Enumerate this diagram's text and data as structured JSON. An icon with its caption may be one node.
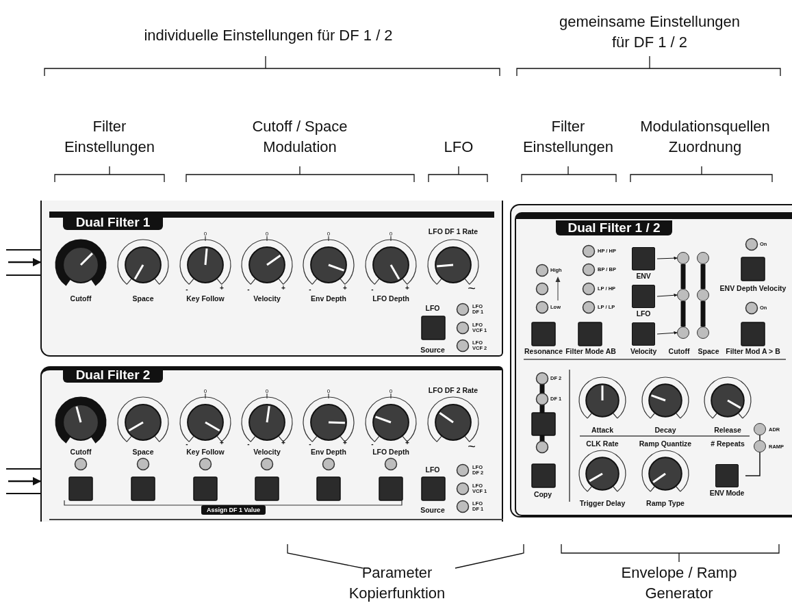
{
  "diagram": {
    "nodes": [
      {
        "text": [
          "Dual Filter 1"
        ]
      },
      {
        "text": [
          "Dual Filter 2"
        ]
      },
      {
        "text": [
          "Dual Filter 1 / 2"
        ]
      },
      {
        "text": [
          "ENV"
        ],
        "in": 2
      },
      {
        "text": [
          "LFO"
        ],
        "in": 2
      },
      {
        "text": [
          "Velocity"
        ],
        "in": 2
      },
      {
        "text": [],
        "shape": "circle",
        "in": 2
      },
      {
        "text": [],
        "shape": "circle",
        "in": 2
      },
      {
        "text": [],
        "shape": "circle",
        "in": 2
      },
      {
        "text": [],
        "shape": "circle",
        "in": 2
      },
      {
        "text": [],
        "shape": "circle",
        "in": 2
      },
      {
        "text": [],
        "shape": "circle",
        "in": 2
      },
      {
        "text": [],
        "shape": "circle",
        "in": 2,
        "beside": [
          "ADR"
        ]
      },
      {
        "text": [],
        "shape": "circle",
        "in": 2,
        "beside": [
          "RAMP"
        ]
      },
      {
        "text": [
          "ENV Mode"
        ],
        "in": 2
      }
    ],
    "edges": [
      {
        "from": null,
        "to": 0,
        "arrow": "to"
      },
      {
        "from": null,
        "to": 1,
        "arrow": "to"
      },
      {
        "from": 3,
        "to": 6,
        "arrow": "to"
      },
      {
        "from": 4,
        "to": 7,
        "arrow": "to"
      },
      {
        "from": 5,
        "to": 8,
        "arrow": "to"
      },
      {
        "from": 6,
        "to": 7,
        "arrow": "none",
        "style": "thick"
      },
      {
        "from": 7,
        "to": 8,
        "arrow": "none",
        "style": "thick"
      },
      {
        "from": 9,
        "to": 10,
        "arrow": "none",
        "style": "thick"
      },
      {
        "from": 10,
        "to": 11,
        "arrow": "none",
        "style": "thick"
      },
      {
        "from": 12,
        "to": 13,
        "arrow": "none"
      },
      {
        "from": 14,
        "to": 13,
        "arrow": "none"
      }
    ],
    "labels": [
      "individuelle Einstellungen für DF 1 / 2",
      "gemeinsame Einstellungen für DF 1 / 2",
      "Filter Einstellungen",
      "Cutoff / Space Modulation",
      "LFO",
      "Filter Einstellungen",
      "Modulationsquellen Zuordnung",
      "0",
      "0",
      "0",
      "0",
      "LFO DF 1 Rate",
      "Cutoff",
      "Space",
      "Key Follow",
      "Velocity",
      "Env Depth",
      "LFO Depth",
      "-",
      "+",
      "-",
      "+",
      "-",
      "+",
      "-",
      "+",
      "~",
      "LFO",
      "Source",
      "LFO DF 1",
      "LFO VCF 1",
      "LFO VCF 2",
      "0",
      "0",
      "0",
      "0",
      "LFO DF 2 Rate",
      "Cutoff",
      "Space",
      "Key Follow",
      "Velocity",
      "Env Depth",
      "LFO Depth",
      "-",
      "+",
      "-",
      "+",
      "-",
      "+",
      "-",
      "+",
      "~",
      "LFO",
      "Source",
      "LFO DF 2",
      "LFO VCF 1",
      "LFO DF 1",
      "Assign DF 1 Value",
      "High",
      "Low",
      "HP / HP",
      "BP / BP",
      "LP / HP",
      "LP / LP",
      "On",
      "ENV Depth Velocity",
      "On",
      "Resonance",
      "Filter Mode AB",
      "Cutoff",
      "Space",
      "Filter Mod A > B",
      "DF 2",
      "DF 1",
      "Attack",
      "Decay",
      "Release",
      "CLK Rate",
      "Ramp Quantize",
      "# Repeats",
      "Copy",
      "Trigger Delay",
      "Ramp Type",
      "Parameter Kopierfunktion",
      "Envelope / Ramp Generator"
    ]
  }
}
